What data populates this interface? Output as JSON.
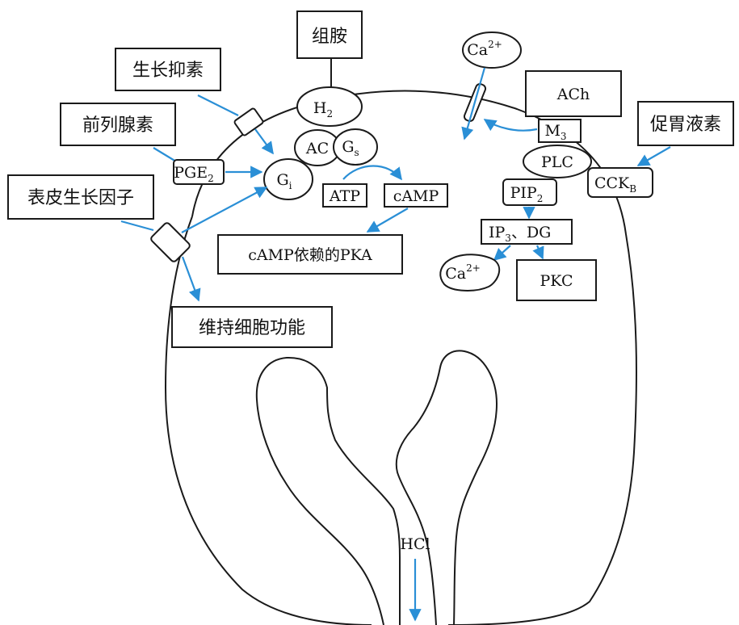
{
  "labels": {
    "histamine": "组胺",
    "somatostatin": "生长抑素",
    "prostaglandin": "前列腺素",
    "egf": "表皮生长因子",
    "maintain_function": "维持细胞功能",
    "pka": "cAMP依赖的PKA",
    "ach": "ACh",
    "gastrin": "促胃液素",
    "pkc": "PKC",
    "hcl": "HCl",
    "atp": "ATP",
    "camp": "cAMP",
    "ac": "AC",
    "plc": "PLC"
  },
  "sub_labels": {
    "h2": {
      "base": "H",
      "sub": "2"
    },
    "gs": {
      "base": "G",
      "sub": "s"
    },
    "gi": {
      "base": "G",
      "sub": "i"
    },
    "pge2": {
      "base": "PGE",
      "sub": "2"
    },
    "m3": {
      "base": "M",
      "sub": "3"
    },
    "cckb": {
      "base": "CCK",
      "sub": "B"
    },
    "pip2": {
      "base": "PIP",
      "sub": "2"
    },
    "ip3_dg": {
      "base": "IP",
      "sub": "3",
      "tail": "、DG"
    },
    "ca_top": {
      "base": "Ca",
      "sup": "2+"
    },
    "ca_mid": {
      "base": "Ca",
      "sup": "2+"
    }
  },
  "colors": {
    "arrow": "#2a8fd6",
    "line": "#1a1a1a"
  }
}
